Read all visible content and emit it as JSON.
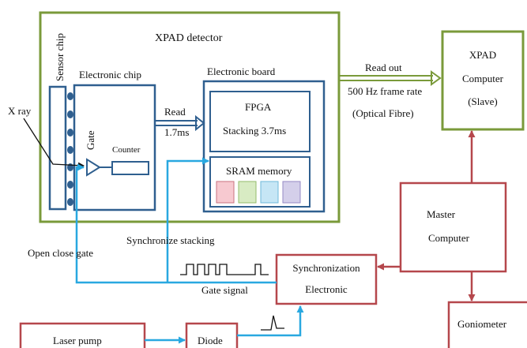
{
  "colors": {
    "green": "#7a9a3a",
    "blue": "#2f5f8f",
    "cyan": "#29a8e0",
    "red": "#b5474c",
    "block_pink": "#f7c9d0",
    "block_green": "#d8ebc3",
    "block_cyan": "#c6e6f5",
    "block_purple": "#d4cfea"
  },
  "labels": {
    "xpad_detector": "XPAD detector",
    "sensor_chip": "Sensor chip",
    "electronic_chip": "Electronic chip",
    "electronic_board": "Electronic board",
    "xray": "X ray",
    "gate": "Gate",
    "counter": "Counter",
    "read": "Read",
    "read_time": "1.7ms",
    "fpga": "FPGA",
    "stacking": "Stacking 3.7ms",
    "sram": "SRAM memory",
    "read_out": "Read out",
    "frame_rate": "500 Hz frame rate",
    "optical_fibre": "(Optical Fibre)",
    "xpad_computer_line1": "XPAD",
    "xpad_computer_line2": "Computer",
    "xpad_computer_line3": "(Slave)",
    "master_line1": "Master",
    "master_line2": "Computer",
    "sync_stacking": "Synchronize stacking",
    "open_close_gate": "Open close gate",
    "gate_signal": "Gate signal",
    "sync_line1": "Synchronization",
    "sync_line2": "Electronic",
    "goniometer": "Goniometer",
    "laser_pump": "Laser pump",
    "diode": "Diode"
  }
}
